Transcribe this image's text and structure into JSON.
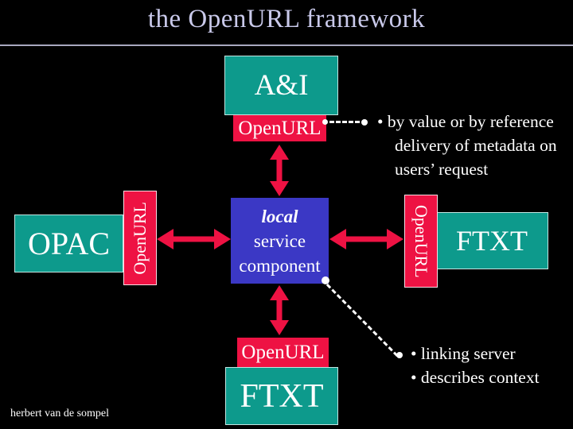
{
  "title": "the OpenURL framework",
  "footer": "herbert van de sompel",
  "nodes": {
    "ai": "A&I",
    "openurl_top": "OpenURL",
    "opac": "OPAC",
    "openurl_left": "OpenURL",
    "local_line1": "local",
    "local_line2": "service",
    "local_line3": "component",
    "openurl_right": "OpenURL",
    "ftxt_right": "FTXT",
    "openurl_bottom": "OpenURL",
    "ftxt_bottom": "FTXT"
  },
  "notes": {
    "metadata": {
      "line1": "• by value or by reference",
      "line2": "delivery of metadata on",
      "line3": "users’ request"
    },
    "linking": {
      "line1": "• linking server",
      "line2": "• describes context"
    }
  },
  "colors": {
    "background": "#000000",
    "teal": "#0d9a8c",
    "red": "#ee1243",
    "blue": "#3b38c5",
    "title_text": "#c9c9ea",
    "note_text": "#ffffff"
  }
}
